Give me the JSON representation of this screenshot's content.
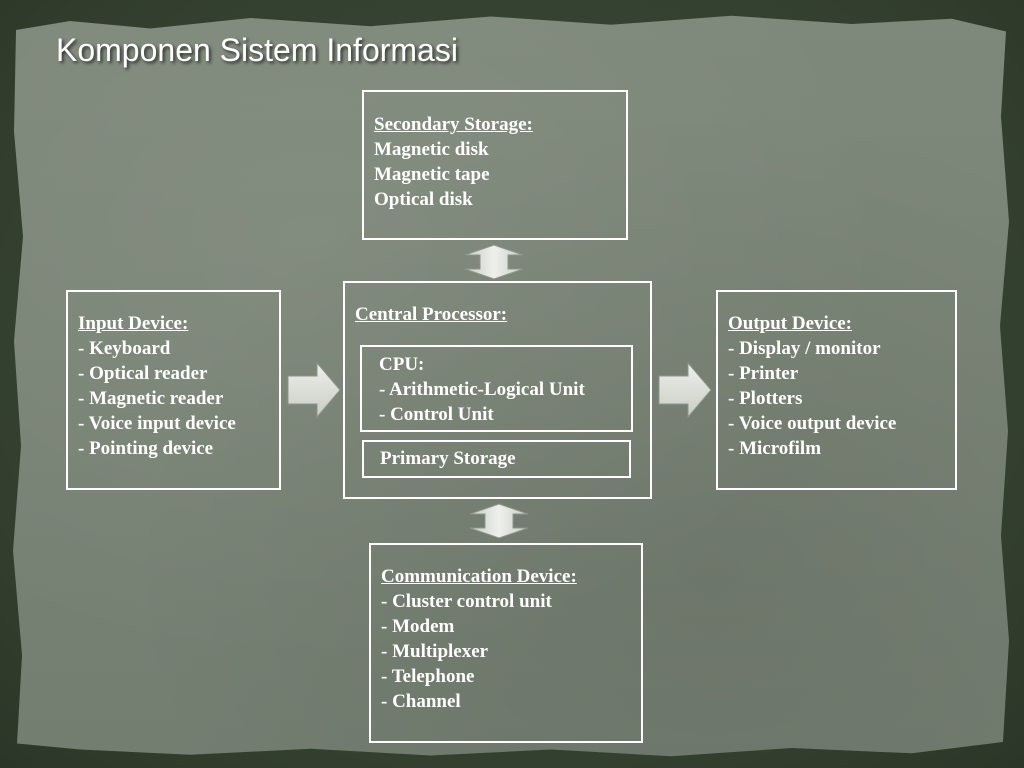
{
  "title": "Komponen Sistem Informasi",
  "colors": {
    "box_border": "#ffffff",
    "text": "#ffffff",
    "arrow_fill": "#dfe3dc",
    "arrow_stroke": "#8f968a",
    "background": "#7a8476"
  },
  "secondary_storage": {
    "heading": "Secondary Storage:",
    "items": [
      "Magnetic disk",
      "Magnetic tape",
      "Optical disk"
    ]
  },
  "input_device": {
    "heading": "Input Device:",
    "items": [
      "- Keyboard",
      "- Optical reader",
      "- Magnetic reader",
      "- Voice input device",
      "- Pointing device"
    ]
  },
  "central_processor": {
    "heading": "Central Processor:",
    "cpu": {
      "heading": "CPU:",
      "items": [
        "- Arithmetic-Logical Unit",
        "- Control Unit"
      ]
    },
    "primary_storage": "Primary Storage"
  },
  "output_device": {
    "heading": "Output Device:",
    "items": [
      "- Display / monitor",
      "- Printer",
      "- Plotters",
      "- Voice output device",
      "- Microfilm"
    ]
  },
  "communication_device": {
    "heading": "Communication Device:",
    "items": [
      "- Cluster control unit",
      "- Modem",
      "- Multiplexer",
      "- Telephone",
      "- Channel"
    ]
  }
}
